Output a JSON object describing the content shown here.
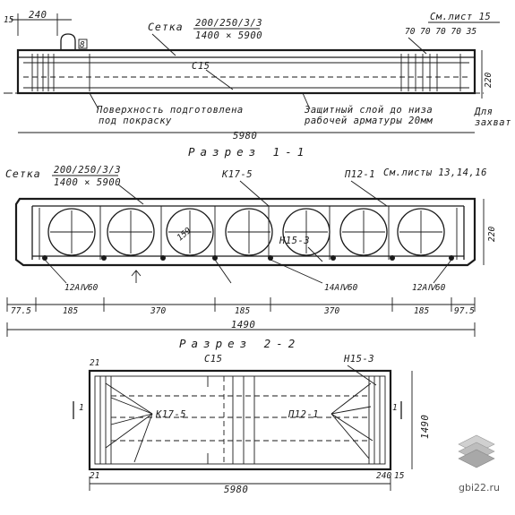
{
  "top_view": {
    "dim_15": "15",
    "dim_240": "240",
    "dim_8": "8",
    "setka_label": "Сетка",
    "setka_spec_top": "200/250/3/3",
    "setka_spec_bottom": "1400 × 5900",
    "sm_list": "См.лист 15",
    "dims_right": "70 70 70 70 35",
    "label_c15": "С15",
    "dim_220": "220",
    "note_surface_1": "Поверхность подготовлена",
    "note_surface_2": "под покраску",
    "note_cover_1": "Защитный слой до низа",
    "note_cover_2": "рабочей арматуры 20мм",
    "note_grip_1": "Для",
    "note_grip_2": "захват",
    "dim_5980": "5980"
  },
  "section_1": {
    "title": "Разрез 1-1",
    "setka_label": "Сетка",
    "setka_spec_top": "200/250/3/3",
    "setka_spec_bottom": "1400 × 5900",
    "label_k17": "К17-5",
    "label_p12": "П12-1",
    "label_sheets": "См.листы 13,14,16",
    "label_d159": "159",
    "label_n15": "Н15-3",
    "label_220": "220",
    "label_12a_left": "12АⅣ60",
    "label_14a": "14АⅣ60",
    "label_12a_right": "12АⅣ60",
    "dims": [
      "77.5",
      "185",
      "370",
      "185",
      "370",
      "185",
      "97.5"
    ],
    "dim_total": "1490"
  },
  "section_2": {
    "title": "Разрез 2-2",
    "label_21": "21",
    "label_c15": "С15",
    "label_n15": "Н15-3",
    "label_k17": "К17-5",
    "label_p12": "П12-1",
    "marker_1_left": "1",
    "marker_1_right": "1",
    "dim_1490": "1490",
    "dim_21_bottom": "21",
    "dim_5980": "5980",
    "dim_240": "240",
    "dim_15": "15"
  },
  "watermark": {
    "site": "gbi22.ru"
  }
}
